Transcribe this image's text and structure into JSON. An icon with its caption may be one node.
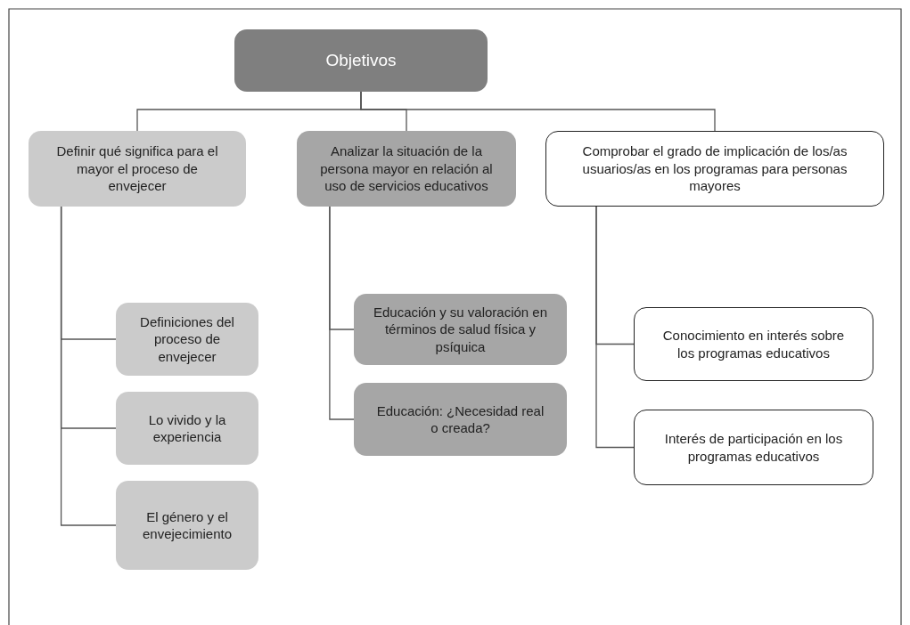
{
  "diagram": {
    "nodes": [
      {
        "text": [
          "Objetivos"
        ]
      },
      {
        "text": [
          "Definir qué significa para el mayor el proceso de envejecer"
        ]
      },
      {
        "text": [
          "Analizar la situación de la persona mayor en relación al uso de servicios educativos"
        ]
      },
      {
        "text": [
          "Comprobar el grado de implicación de los/as usuarios/as en los programas para personas mayores"
        ]
      },
      {
        "text": [
          "Definiciones del proceso de envejecer"
        ]
      },
      {
        "text": [
          "Lo vivido y la experiencia"
        ]
      },
      {
        "text": [
          "El género y el envejecimiento"
        ]
      },
      {
        "text": [
          "Educación y su valoración en términos de salud física y psíquica"
        ]
      },
      {
        "text": [
          "Educación: ¿Necesidad real o creada?"
        ]
      },
      {
        "text": [
          "Conocimiento en interés sobre los programas educativos"
        ]
      },
      {
        "text": [
          "Interés de participación en los programas educativos"
        ]
      }
    ],
    "edges": [
      {
        "from": 0,
        "to": 1,
        "arrow": "none"
      },
      {
        "from": 0,
        "to": 2,
        "arrow": "none"
      },
      {
        "from": 0,
        "to": 3,
        "arrow": "none"
      },
      {
        "from": 1,
        "to": 4,
        "arrow": "none"
      },
      {
        "from": 1,
        "to": 5,
        "arrow": "none"
      },
      {
        "from": 1,
        "to": 6,
        "arrow": "none"
      },
      {
        "from": 2,
        "to": 7,
        "arrow": "none"
      },
      {
        "from": 2,
        "to": 8,
        "arrow": "none"
      },
      {
        "from": 3,
        "to": 9,
        "arrow": "none"
      },
      {
        "from": 3,
        "to": 10,
        "arrow": "none"
      }
    ]
  }
}
